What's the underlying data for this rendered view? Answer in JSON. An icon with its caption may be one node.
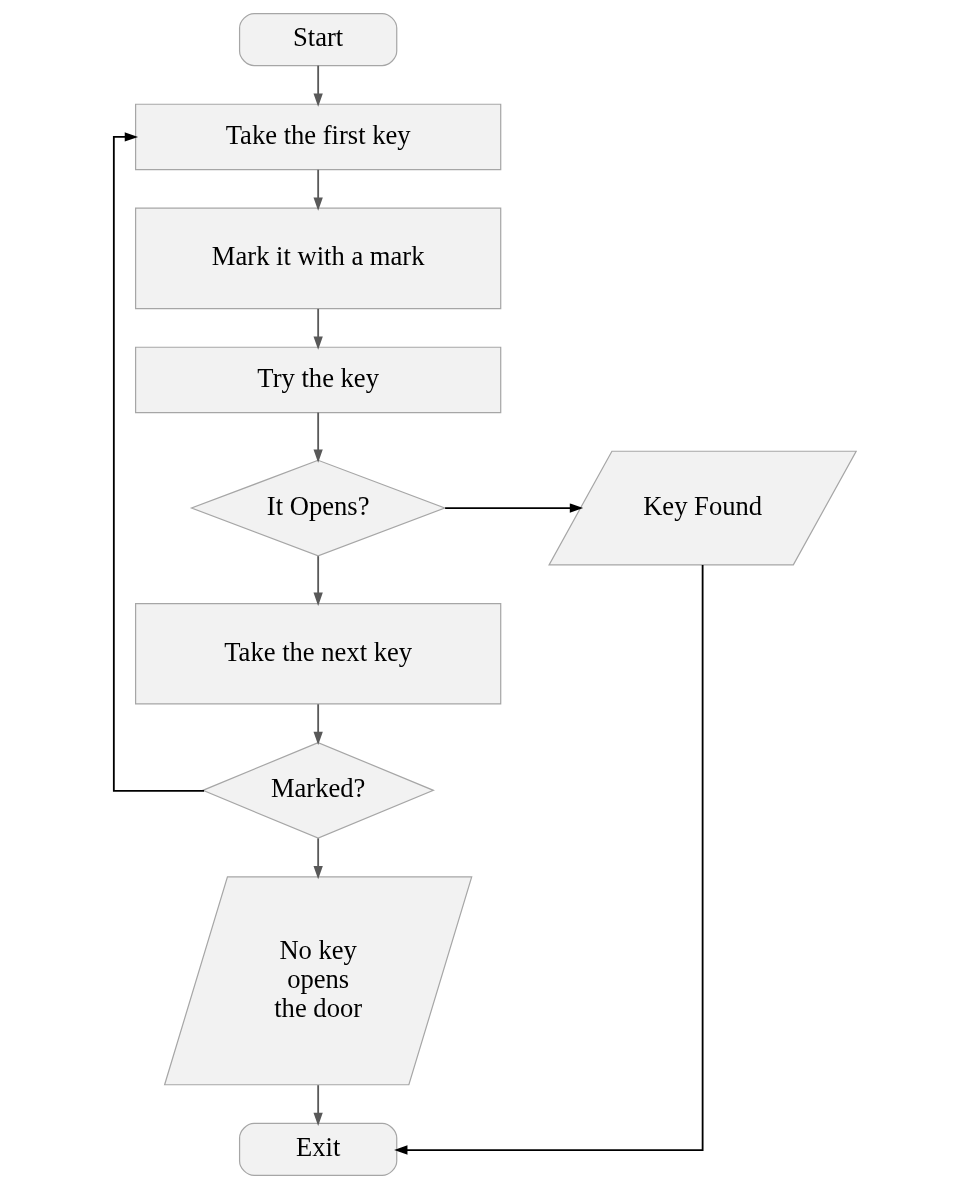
{
  "diagram": {
    "nodes": [
      {
        "text": [
          "Start"
        ]
      },
      {
        "text": [
          "Take the first key"
        ]
      },
      {
        "text": [
          "Mark it with a mark"
        ]
      },
      {
        "text": [
          "Try the key"
        ]
      },
      {
        "text": [
          "It Opens?"
        ]
      },
      {
        "text": [
          "Key Found"
        ]
      },
      {
        "text": [
          "Take the next key"
        ]
      },
      {
        "text": [
          "Marked?"
        ]
      },
      {
        "text": [
          "No key opens the door"
        ]
      },
      {
        "text": [
          "Exit"
        ]
      }
    ],
    "edges": [
      {
        "from": 0,
        "to": 1,
        "arrow": "to"
      },
      {
        "from": 1,
        "to": 2,
        "arrow": "to"
      },
      {
        "from": 2,
        "to": 3,
        "arrow": "to"
      },
      {
        "from": 3,
        "to": 4,
        "arrow": "to"
      },
      {
        "from": 4,
        "to": 5,
        "arrow": "to",
        "color": "#000000"
      },
      {
        "from": 4,
        "to": 6,
        "arrow": "to"
      },
      {
        "from": 6,
        "to": 7,
        "arrow": "to"
      },
      {
        "from": 7,
        "to": 1,
        "arrow": "to",
        "color": "#000000"
      },
      {
        "from": 7,
        "to": 8,
        "arrow": "to"
      },
      {
        "from": 8,
        "to": 9,
        "arrow": "to"
      },
      {
        "from": 5,
        "to": 9,
        "arrow": "to",
        "color": "#000000"
      }
    ]
  }
}
